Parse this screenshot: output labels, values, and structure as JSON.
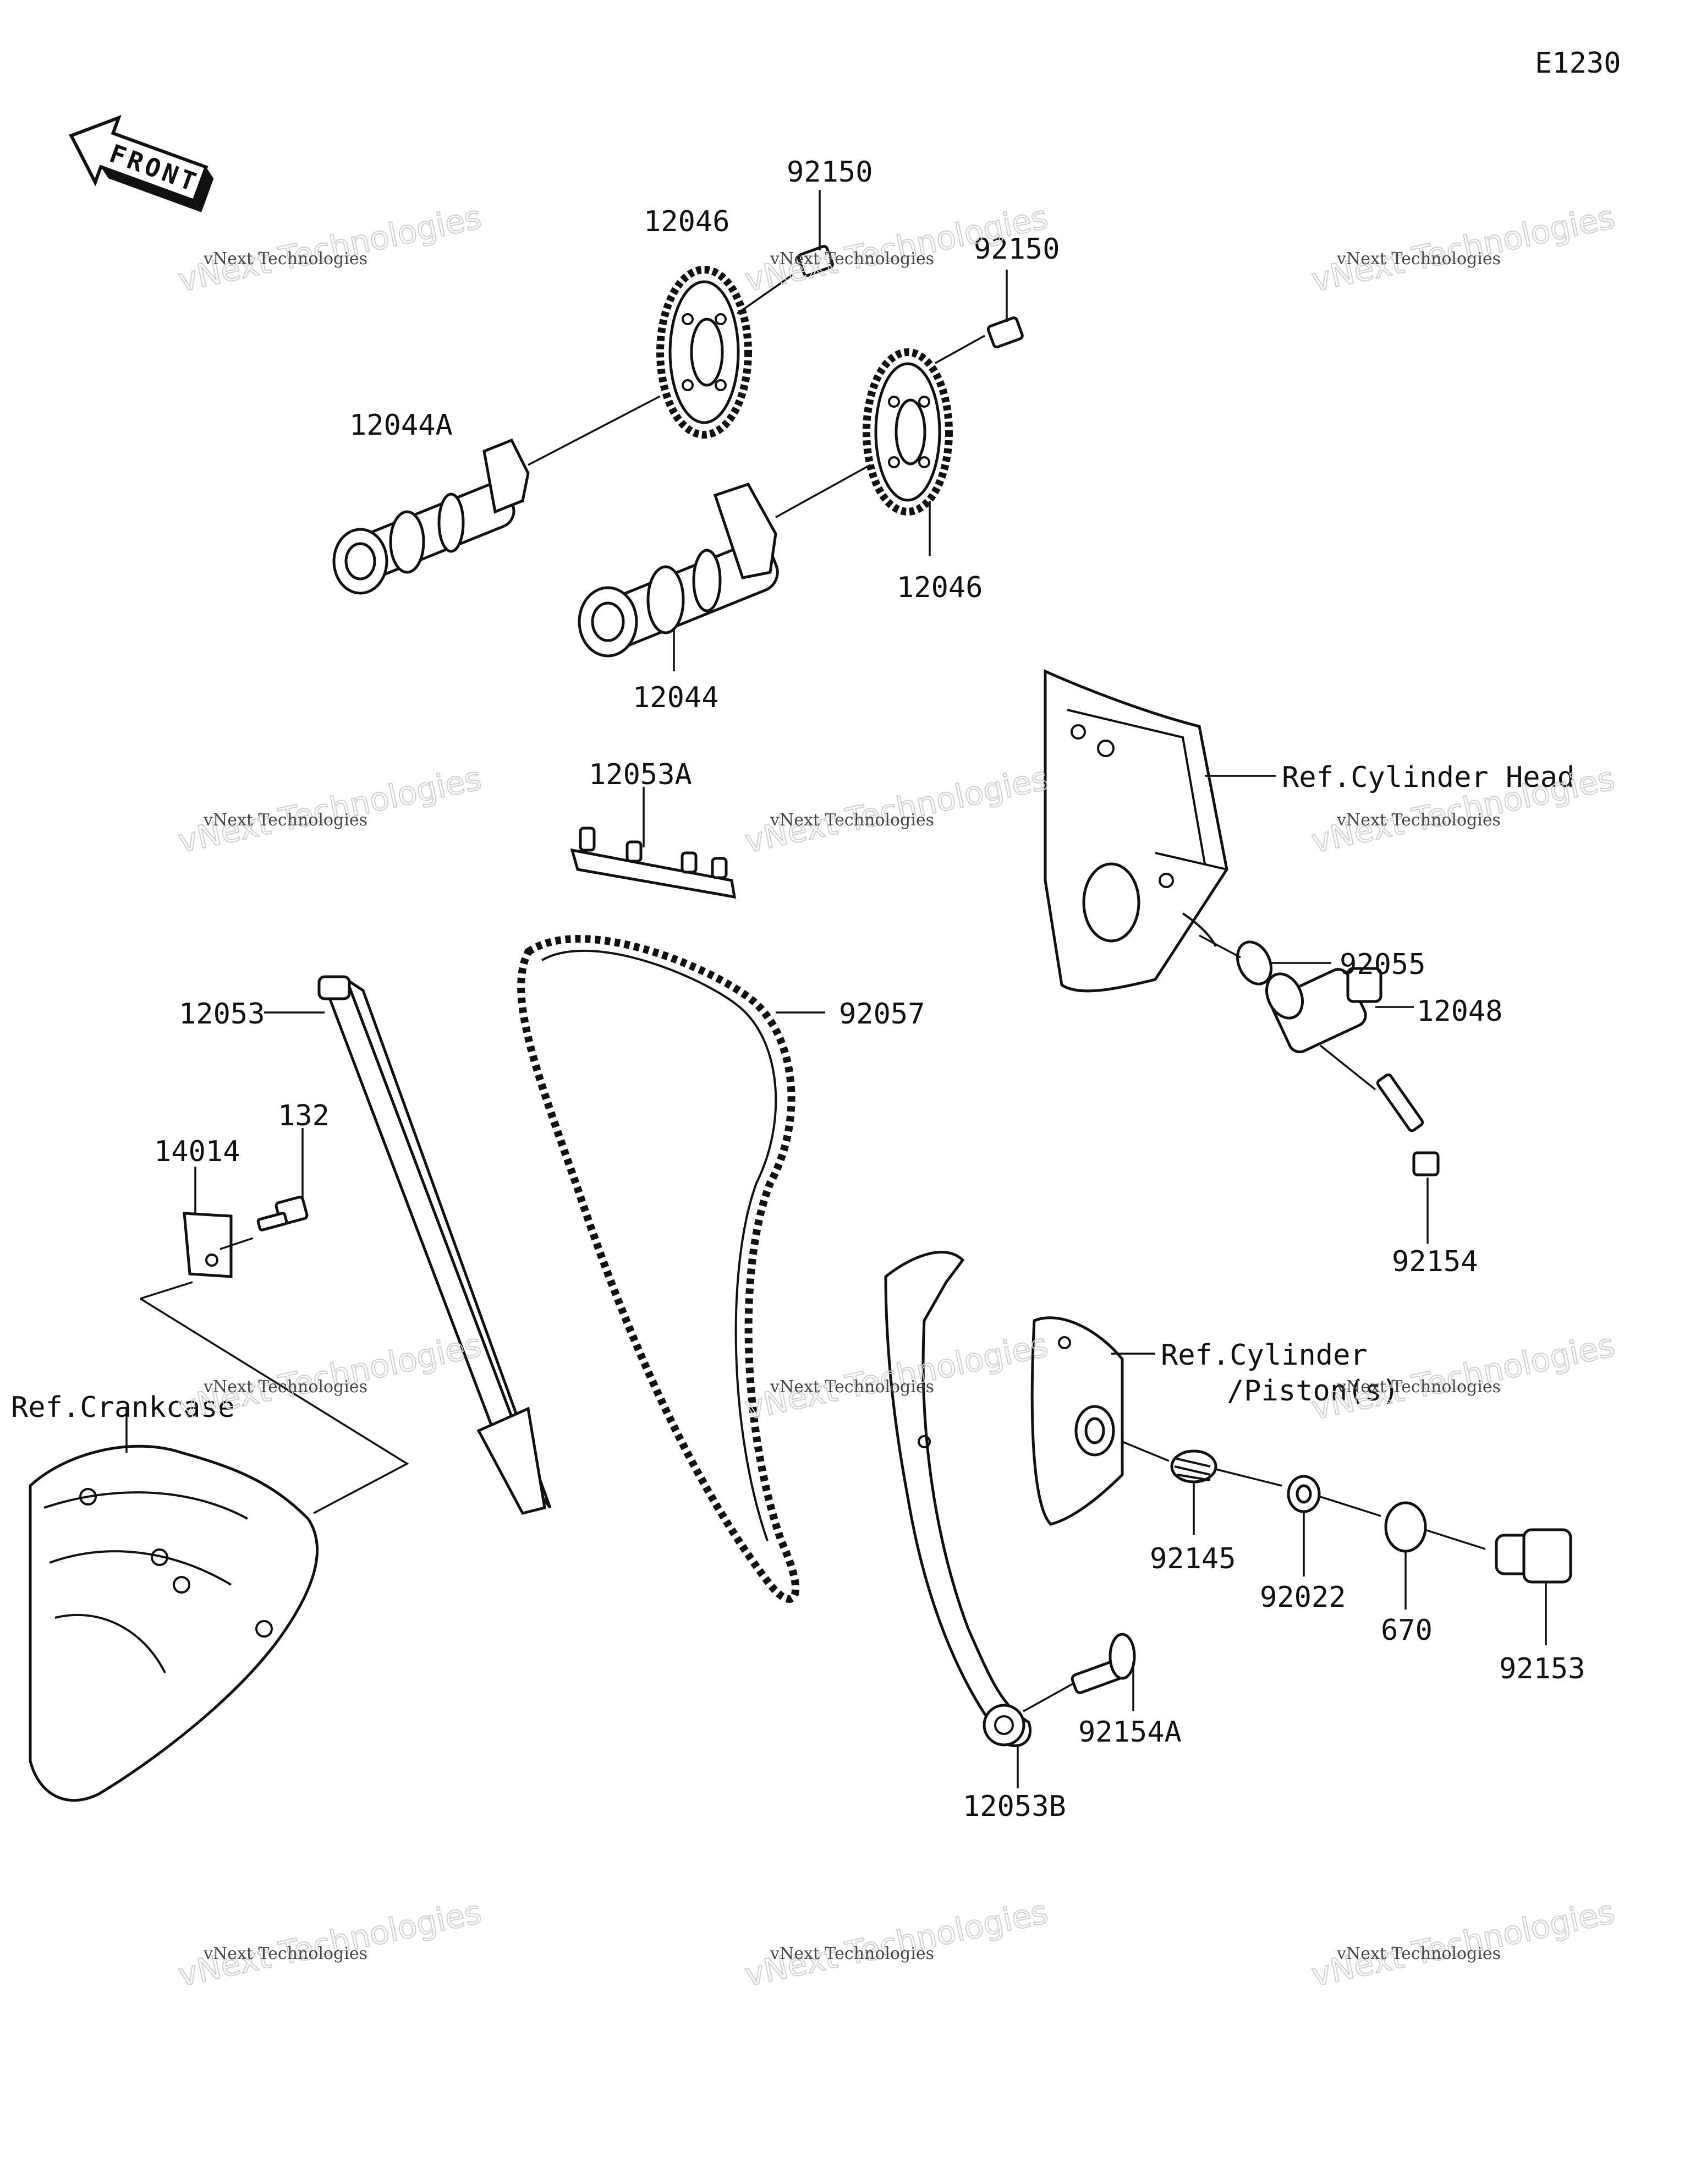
{
  "diagram_code": "E1230",
  "front_label": "FRONT",
  "parts": [
    {
      "key": "p12046a",
      "label": "12046"
    },
    {
      "key": "p92150a",
      "label": "92150"
    },
    {
      "key": "p92150b",
      "label": "92150"
    },
    {
      "key": "p12044a",
      "label": "12044A"
    },
    {
      "key": "p12046b",
      "label": "12046"
    },
    {
      "key": "p12044",
      "label": "12044"
    },
    {
      "key": "p12053a",
      "label": "12053A"
    },
    {
      "key": "p92057",
      "label": "92057"
    },
    {
      "key": "p12053",
      "label": "12053"
    },
    {
      "key": "p132",
      "label": "132"
    },
    {
      "key": "p14014",
      "label": "14014"
    },
    {
      "key": "p92055",
      "label": "92055"
    },
    {
      "key": "p12048",
      "label": "12048"
    },
    {
      "key": "p92154",
      "label": "92154"
    },
    {
      "key": "p92145",
      "label": "92145"
    },
    {
      "key": "p92022",
      "label": "92022"
    },
    {
      "key": "p670",
      "label": "670"
    },
    {
      "key": "p92153",
      "label": "92153"
    },
    {
      "key": "p92154a",
      "label": "92154A"
    },
    {
      "key": "p12053b",
      "label": "12053B"
    }
  ],
  "references": {
    "cylinder_head": "Ref.Cylinder Head",
    "cylinder_piston_line1": "Ref.Cylinder",
    "cylinder_piston_line2": "/Piston(s)",
    "crankcase": "Ref.Crankcase"
  },
  "watermark": {
    "line1": "vNext Technologies",
    "line2": "vNext Technologies"
  }
}
